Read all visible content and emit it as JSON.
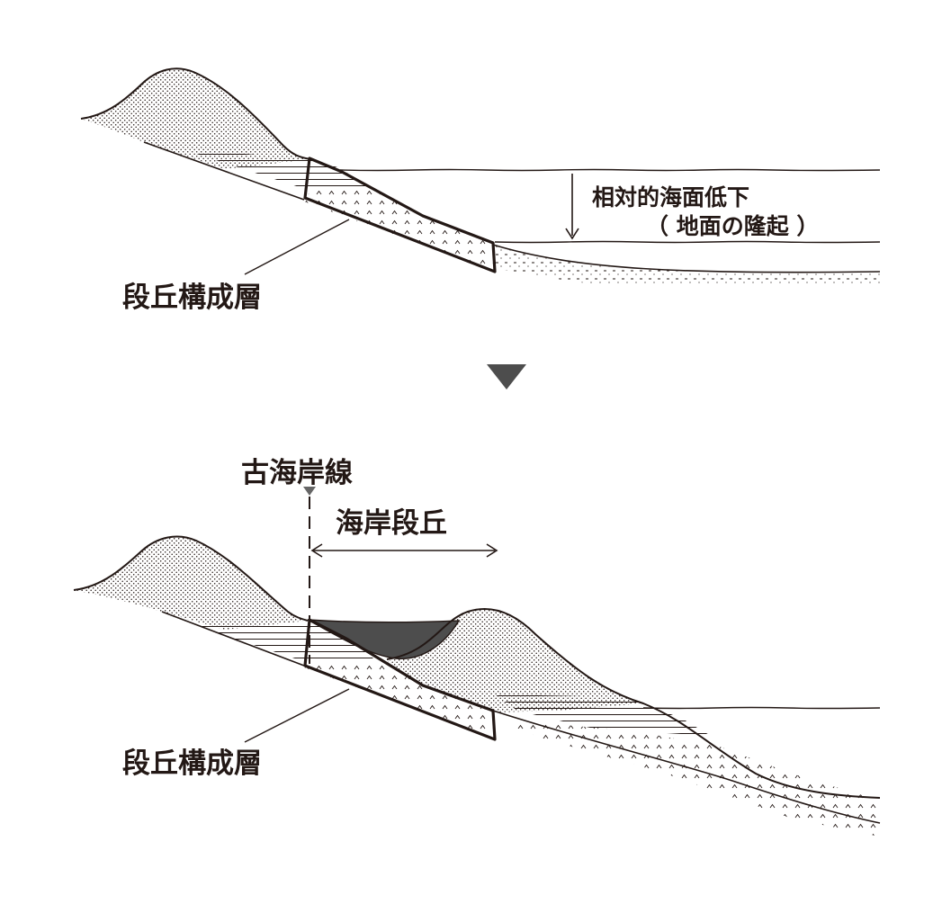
{
  "top_panel": {
    "layer_label": "段丘構成層",
    "sea_level_label_line1": "相対的海面低下",
    "sea_level_label_line2": "（ 地面の隆起 ）"
  },
  "transition_arrow": "down-triangle-icon",
  "bottom_panel": {
    "old_shoreline_label": "古海岸線",
    "terrace_label": "海岸段丘",
    "layer_label": "段丘構成層"
  },
  "colors": {
    "line": "#231815",
    "lagoon_fill": "#4d4d4d",
    "marker": "#666666"
  }
}
